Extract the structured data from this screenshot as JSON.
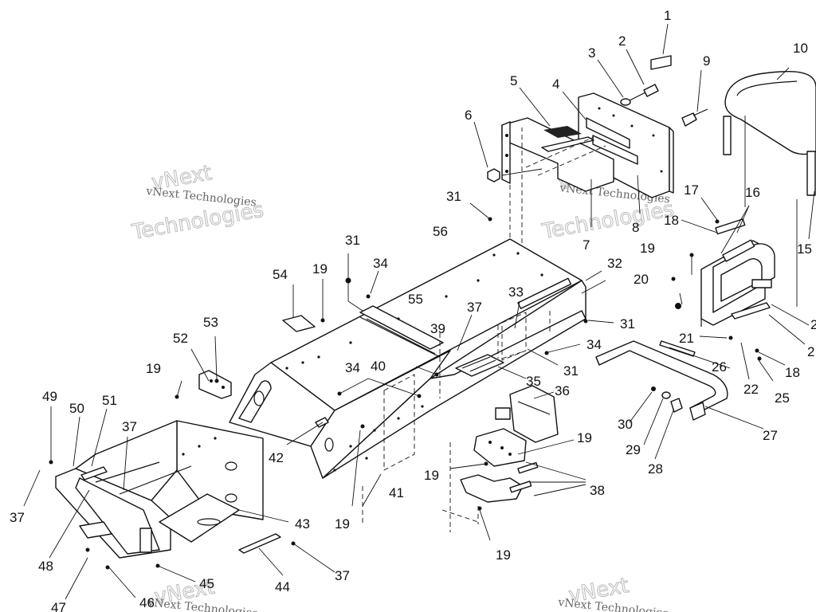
{
  "watermark": {
    "brand_line": "vNext Technologies",
    "outline_top": "vNext",
    "outline_bottom": "Technologies"
  },
  "callouts": {
    "c1": "1",
    "c2": "2",
    "c3": "3",
    "c4": "4",
    "c5": "5",
    "c6": "6",
    "c7": "7",
    "c8": "8",
    "c9": "9",
    "c10": "10",
    "c15": "15",
    "c16": "16",
    "c17": "17",
    "c18a": "18",
    "c18b": "18",
    "c19a": "19",
    "c19b": "19",
    "c19c": "19",
    "c19d": "19",
    "c19e": "19",
    "c19f": "19",
    "c19g": "19",
    "c20": "20",
    "c21": "21",
    "c22": "22",
    "c23": "2",
    "c24": "2",
    "c25": "25",
    "c26": "26",
    "c27": "27",
    "c28": "28",
    "c29": "29",
    "c30": "30",
    "c31a": "31",
    "c31b": "31",
    "c31c": "31",
    "c31d": "31",
    "c32": "32",
    "c33": "33",
    "c34a": "34",
    "c34b": "34",
    "c34c": "34",
    "c35": "35",
    "c36": "36",
    "c37a": "37",
    "c37b": "37",
    "c37c": "37",
    "c37d": "37",
    "c38": "38",
    "c39": "39",
    "c40": "40",
    "c41": "41",
    "c42": "42",
    "c43": "43",
    "c44": "44",
    "c45": "45",
    "c46": "46",
    "c47": "47",
    "c48": "48",
    "c49": "49",
    "c50": "50",
    "c51": "51",
    "c52": "52",
    "c53": "53",
    "c54": "54",
    "c55": "55",
    "c56": "56"
  }
}
